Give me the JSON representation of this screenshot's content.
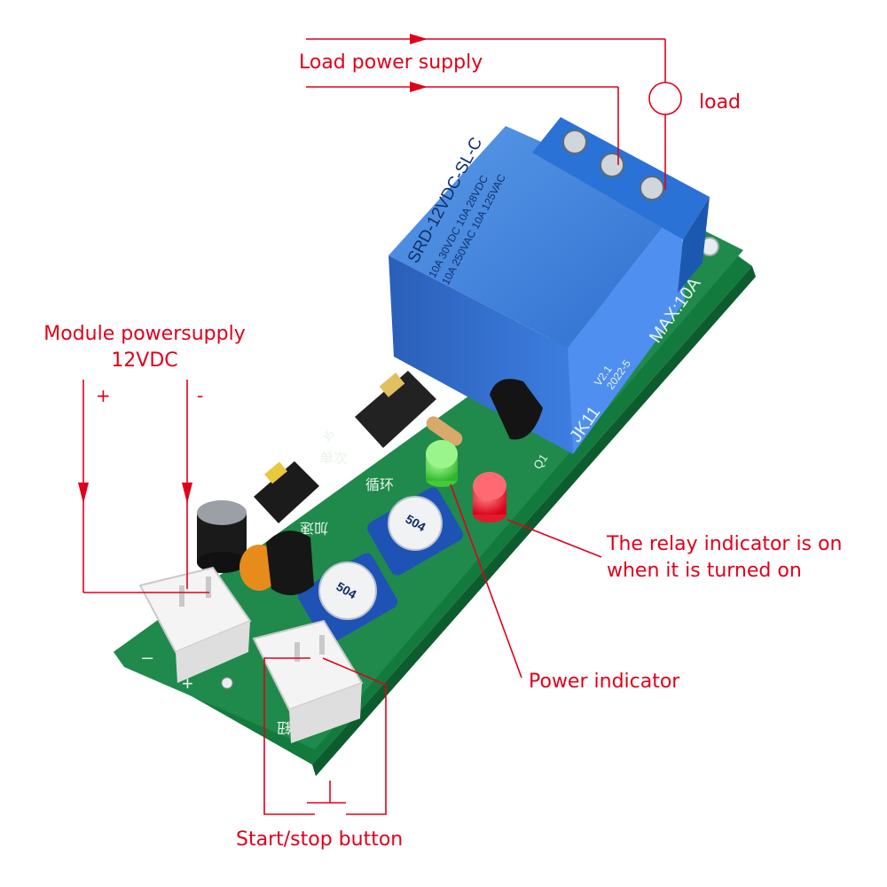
{
  "labels": {
    "load_power_supply": "Load power supply",
    "load": "load",
    "module_power_line1": "Module powersupply",
    "module_power_line2": "12VDC",
    "plus": "+",
    "minus": "-",
    "relay_indicator_line1": "The relay indicator is on",
    "relay_indicator_line2": "when it is turned on",
    "power_indicator": "Power indicator",
    "start_stop": "Start/stop button"
  },
  "board": {
    "relay_line1": "SRD-12VDC-SL-C",
    "relay_line2": "10A 250VAC  10A 125VAC",
    "relay_line3": "10A 30VDC  10A 28VDC",
    "model": "JK11",
    "version": "V2.1",
    "date": "2022-5",
    "rating": "MAX:10A",
    "pot_label": "504",
    "jumper_label": "J5",
    "q_label": "Q1",
    "cn_single": "单次",
    "cn_cycle": "循环",
    "cn_speed": "加速",
    "cn_button": "按钮",
    "silk_plus": "+",
    "silk_minus": "–"
  },
  "colors": {
    "annotation": "#e0001b",
    "pcb": "#1f8a4c",
    "relay": "#2f6fd0",
    "terminal": "#2a72d6"
  }
}
